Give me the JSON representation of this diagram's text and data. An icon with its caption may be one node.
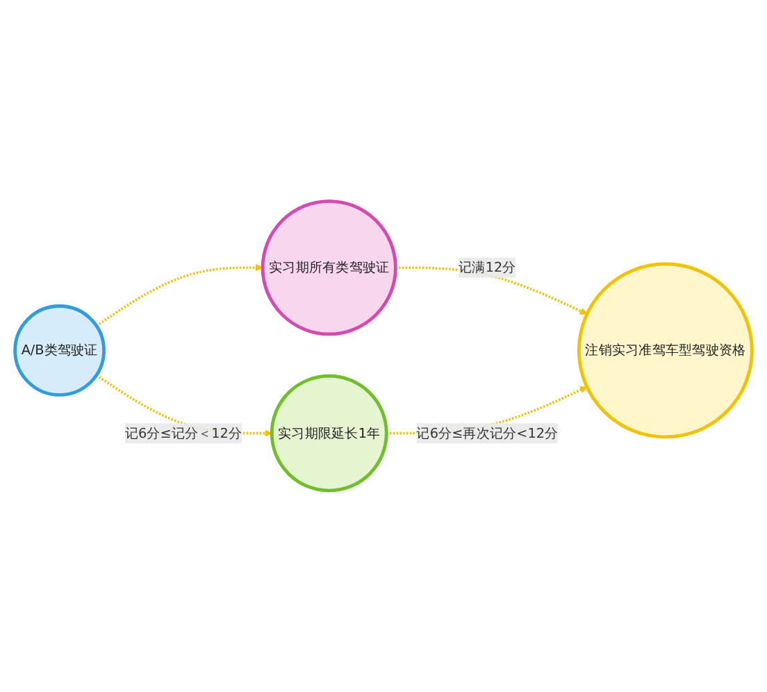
{
  "diagram": {
    "nodes": [
      {
        "text": [
          "实习期所有类驾驶证"
        ]
      },
      {
        "text": [
          "注销实习准驾车型驾驶资格"
        ]
      },
      {
        "text": [
          "A/B类驾驶证"
        ]
      },
      {
        "text": [
          "实习期限延长1年"
        ]
      }
    ],
    "edges": [
      {
        "from": 0,
        "to": 1,
        "arrow": "to",
        "label": "记满12分",
        "style": "dashed"
      },
      {
        "from": 2,
        "to": 0,
        "arrow": "to",
        "style": "dashed"
      },
      {
        "from": 2,
        "to": 3,
        "arrow": "to",
        "label": "记6分≤记分＜12分",
        "style": "dashed"
      },
      {
        "from": 3,
        "to": 1,
        "arrow": "to",
        "label": "记6分≤再次记分<12分",
        "style": "dashed"
      }
    ]
  }
}
